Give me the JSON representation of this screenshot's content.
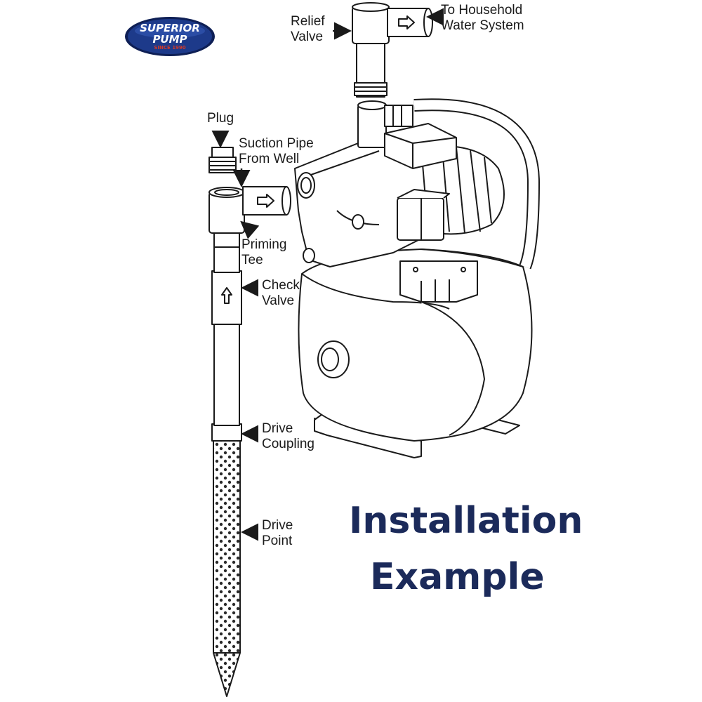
{
  "brand": {
    "line1": "SUPERIOR",
    "line2": "PUMP",
    "tagline": "SINCE 1990",
    "colors": {
      "badge": "#1d3a8a",
      "badge_edge": "#0e1f55",
      "text": "#ffffff",
      "tagline": "#d23a2a"
    }
  },
  "labels": {
    "relief_valve": {
      "line1": "Relief",
      "line2": "Valve"
    },
    "household": {
      "line1": "To Household",
      "line2": "Water System"
    },
    "plug": "Plug",
    "suction": {
      "line1": "Suction Pipe",
      "line2": "From Well"
    },
    "priming": {
      "line1": "Priming",
      "line2": "Tee"
    },
    "check": {
      "line1": "Check",
      "line2": "Valve"
    },
    "coupling": {
      "line1": "Drive",
      "line2": "Coupling"
    },
    "point": {
      "line1": "Drive",
      "line2": "Point"
    }
  },
  "title": {
    "line1": "Installation",
    "line2": "Example"
  },
  "colors": {
    "title": "#1b2a5a",
    "line": "#1a1a1a",
    "fill": "#ffffff"
  }
}
